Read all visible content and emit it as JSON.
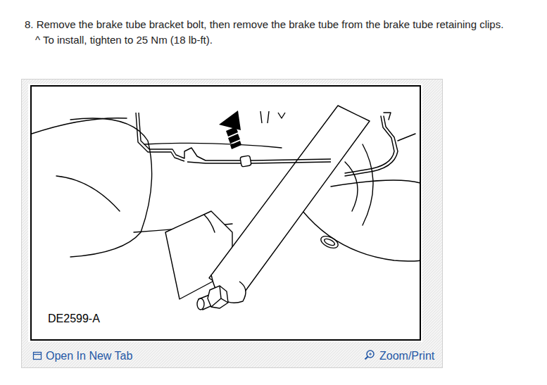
{
  "diagram": {
    "labels": [
      "8. Remove the brake tube bracket bolt, then remove the brake tube from the brake tube retaining clips.",
      "^ To install, tighten to 25 Nm (18 lb-ft).",
      "DE2599-A",
      "Open In New Tab",
      "Zoom/Print"
    ]
  }
}
